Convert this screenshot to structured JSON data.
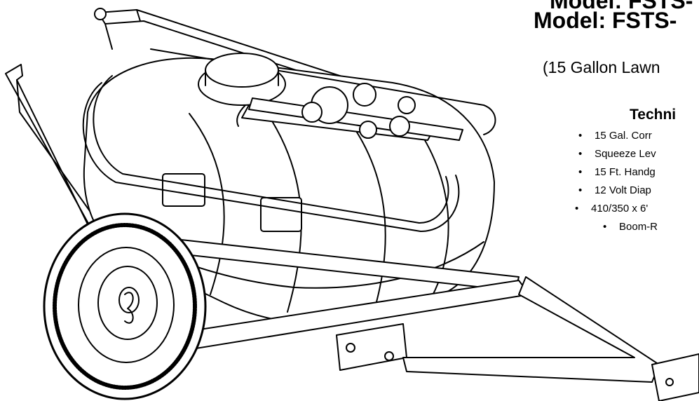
{
  "header": {
    "model_top": "Model: FSTS-",
    "model": "Model: FSTS-",
    "subtitle": "(15 Gallon Lawn",
    "tech_heading": "Techni"
  },
  "features": [
    "15 Gal. Corr",
    "Squeeze Lev",
    "15 Ft. Handg",
    "12 Volt Diap",
    "410/350 x 6'",
    "Boom-R"
  ],
  "icons": {
    "bullet": "bullet-dot-icon"
  },
  "colors": {
    "line": "#000000",
    "background": "#ffffff"
  }
}
